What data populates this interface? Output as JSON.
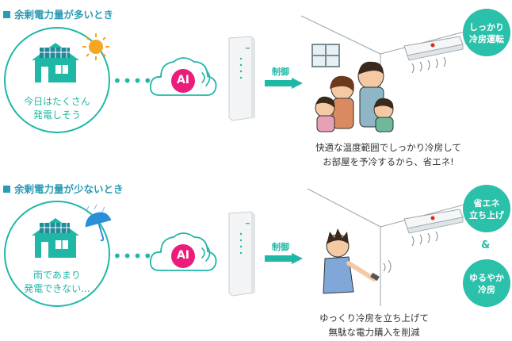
{
  "top": {
    "title": "余剰電力量が多いとき",
    "house_text": [
      "今日はたくさん",
      "発電しそう"
    ],
    "ai_label": "AI",
    "control_label": "制御",
    "badges": [
      "しっかり",
      "冷房運転"
    ],
    "caption": [
      "快適な温度範囲でしっかり冷房して",
      "お部屋を予冷するから、省エネ!"
    ]
  },
  "bottom": {
    "title": "余剰電力量が少ないとき",
    "house_text": [
      "雨であまり",
      "発電できない..."
    ],
    "ai_label": "AI",
    "control_label": "制御",
    "badge1": [
      "省エネ",
      "立ち上げ"
    ],
    "amp": "&",
    "badge2": [
      "ゆるやか",
      "冷房"
    ],
    "caption": [
      "ゆっくり冷房を立ち上げて",
      "無駄な電力購入を削減"
    ]
  },
  "colors": {
    "teal": "#1fb7a6",
    "title_blue": "#2a9bb4",
    "badge": "#2bc0a9",
    "sun": "#f6a623",
    "umbrella": "#2a8fd6"
  },
  "icons": [
    "house-icon",
    "sun-icon",
    "umbrella-icon",
    "ai-cloud-icon",
    "router-icon",
    "air-conditioner-icon"
  ]
}
